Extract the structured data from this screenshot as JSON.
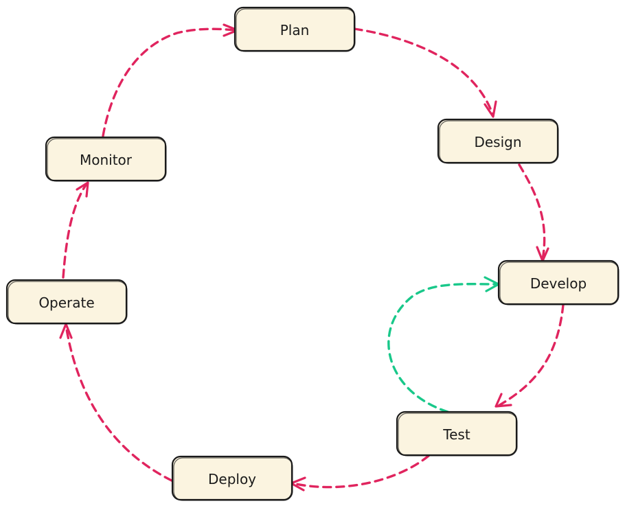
{
  "colors": {
    "node_fill": "#fbf4e0",
    "node_stroke": "#1a1a1a",
    "edge_primary": "#e0245e",
    "edge_feedback": "#19c88a"
  },
  "nodes": {
    "plan": {
      "label": "Plan"
    },
    "design": {
      "label": "Design"
    },
    "develop": {
      "label": "Develop"
    },
    "test": {
      "label": "Test"
    },
    "deploy": {
      "label": "Deploy"
    },
    "operate": {
      "label": "Operate"
    },
    "monitor": {
      "label": "Monitor"
    }
  },
  "edges": [
    {
      "from": "Plan",
      "to": "Design",
      "color": "edge_primary"
    },
    {
      "from": "Design",
      "to": "Develop",
      "color": "edge_primary"
    },
    {
      "from": "Develop",
      "to": "Test",
      "color": "edge_primary"
    },
    {
      "from": "Test",
      "to": "Develop",
      "color": "edge_feedback"
    },
    {
      "from": "Test",
      "to": "Deploy",
      "color": "edge_primary"
    },
    {
      "from": "Deploy",
      "to": "Operate",
      "color": "edge_primary"
    },
    {
      "from": "Operate",
      "to": "Monitor",
      "color": "edge_primary"
    },
    {
      "from": "Monitor",
      "to": "Plan",
      "color": "edge_primary"
    }
  ]
}
